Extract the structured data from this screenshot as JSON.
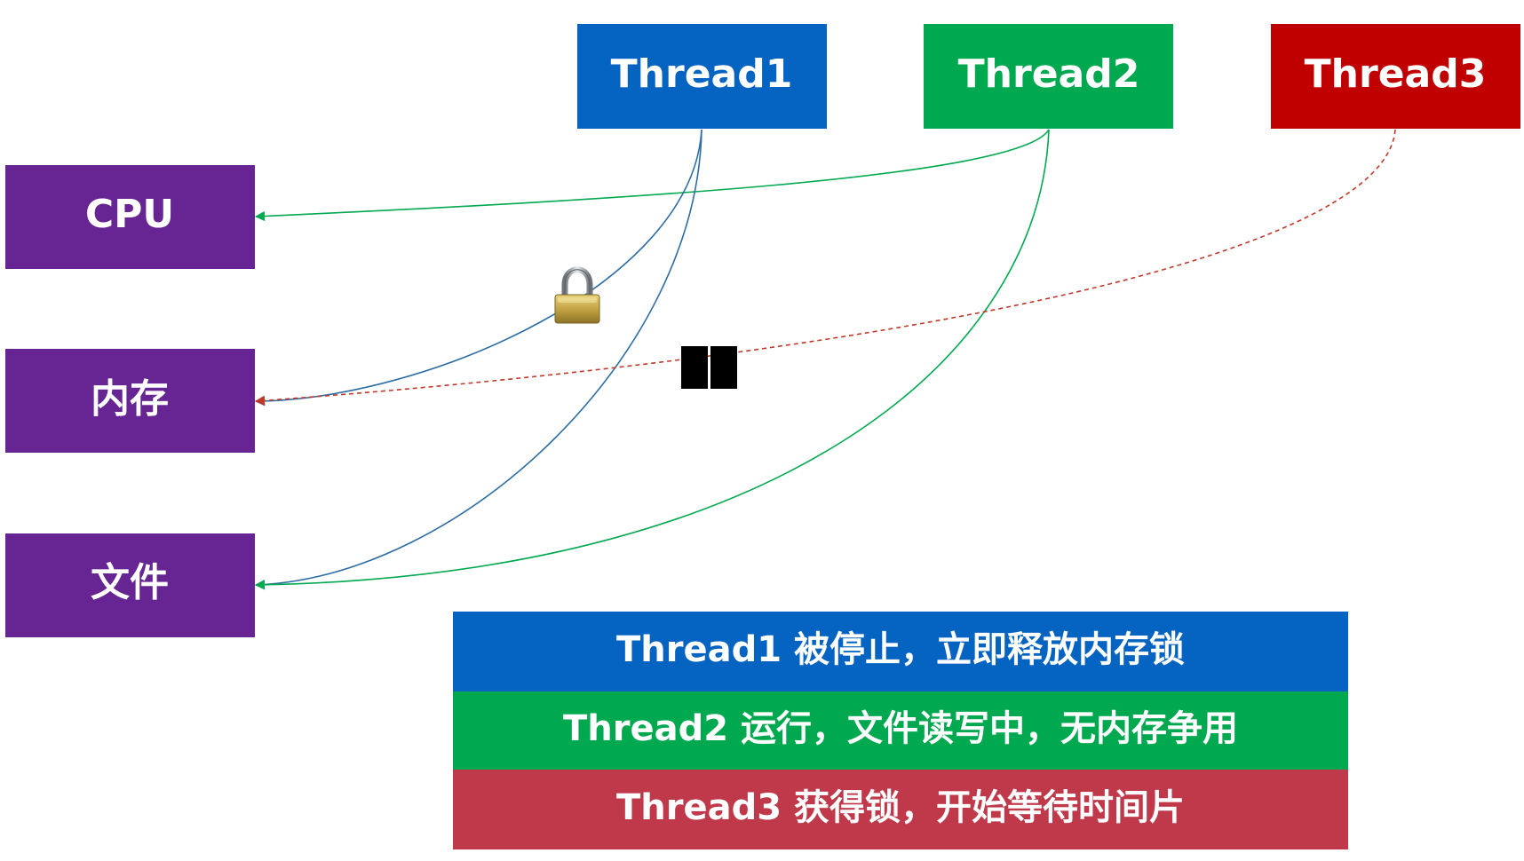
{
  "threads": [
    {
      "id": "thread1",
      "label": "Thread1",
      "color": "#0563C1"
    },
    {
      "id": "thread2",
      "label": "Thread2",
      "color": "#00A94F"
    },
    {
      "id": "thread3",
      "label": "Thread3",
      "color": "#C00000"
    }
  ],
  "resources": [
    {
      "id": "cpu",
      "label": "CPU",
      "color": "#662592"
    },
    {
      "id": "memory",
      "label": "内存",
      "color": "#662592"
    },
    {
      "id": "file",
      "label": "文件",
      "color": "#662592"
    }
  ],
  "connections": {
    "thread1_to_memory": {
      "color": "#2E6DA4",
      "style": "solid",
      "locked": true
    },
    "thread1_to_file": {
      "color": "#2E6DA4",
      "style": "solid"
    },
    "thread2_to_cpu": {
      "color": "#00A94F",
      "style": "solid"
    },
    "thread2_to_file": {
      "color": "#00A94F",
      "style": "solid"
    },
    "thread3_to_memory": {
      "color": "#C0392B",
      "style": "dashed",
      "paused": true
    }
  },
  "icons": {
    "lock": "padlock-icon",
    "pause": "pause-icon"
  },
  "status_lines": [
    {
      "text": "Thread1 被停止，立即释放内存锁",
      "color": "#0563C1"
    },
    {
      "text": "Thread2 运行，文件读写中，无内存争用",
      "color": "#00A94F"
    },
    {
      "text": "Thread3 获得锁，开始等待时间片",
      "color": "#C0394B"
    }
  ]
}
